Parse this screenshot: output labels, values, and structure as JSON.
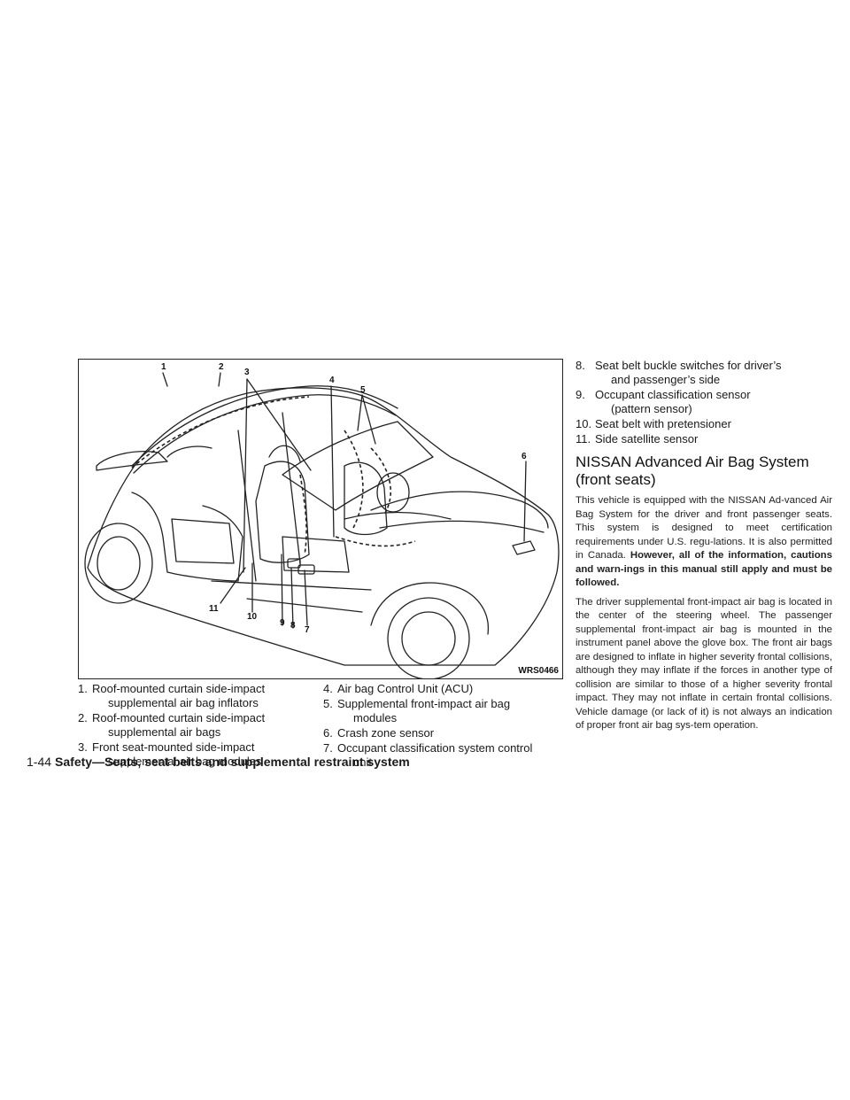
{
  "figure": {
    "code": "WRS0466",
    "callouts": [
      "1",
      "2",
      "3",
      "4",
      "5",
      "6",
      "7",
      "8",
      "9",
      "10",
      "11"
    ]
  },
  "legend_left": [
    {
      "num": "1.",
      "line1": "Roof-mounted curtain side-impact",
      "line2": "supplemental air bag inflators"
    },
    {
      "num": "2.",
      "line1": "Roof-mounted curtain side-impact",
      "line2": "supplemental air bags"
    },
    {
      "num": "3.",
      "line1": "Front seat-mounted side-impact",
      "line2": "supplemental air bag modules"
    }
  ],
  "legend_mid": [
    {
      "num": "4.",
      "line1": "Air bag Control Unit (ACU)",
      "line2": ""
    },
    {
      "num": "5.",
      "line1": "Supplemental front-impact air bag",
      "line2": "modules"
    },
    {
      "num": "6.",
      "line1": "Crash zone sensor",
      "line2": ""
    },
    {
      "num": "7.",
      "line1": "Occupant classification system control",
      "line2": "unit"
    }
  ],
  "legend_right": [
    {
      "num": "8.",
      "line1": "Seat belt buckle switches for driver’s",
      "line2": "and passenger’s side"
    },
    {
      "num": "9.",
      "line1": "Occupant classification sensor",
      "line2": "(pattern sensor)"
    },
    {
      "num": "10.",
      "line1": "Seat belt with pretensioner",
      "line2": ""
    },
    {
      "num": "11.",
      "line1": "Side satellite sensor",
      "line2": ""
    }
  ],
  "section": {
    "heading": "NISSAN Advanced Air Bag System (front seats)",
    "para1_text": "This vehicle is equipped with the NISSAN Ad-vanced Air Bag System for the driver and front passenger seats. This system is designed to meet certification requirements under U.S. regu-lations. It is also permitted in Canada.",
    "para1_bold": "However, all of the information, cautions and warn-ings in this manual still apply and must be followed.",
    "para2": "The driver supplemental front-impact air bag is located in the center of the steering wheel. The passenger supplemental front-impact air bag is mounted in the instrument panel above the glove box. The front air bags are designed to inflate in higher severity frontal collisions, although they may inflate if the forces in another type of collision are similar to those of a higher severity frontal impact. They may not inflate in certain frontal collisions. Vehicle damage (or lack of it) is not always an indication of proper front air bag sys-tem operation."
  },
  "footer": {
    "page": "1-44",
    "title": "Safety—Seats, seat belts and supplemental restraint system"
  }
}
